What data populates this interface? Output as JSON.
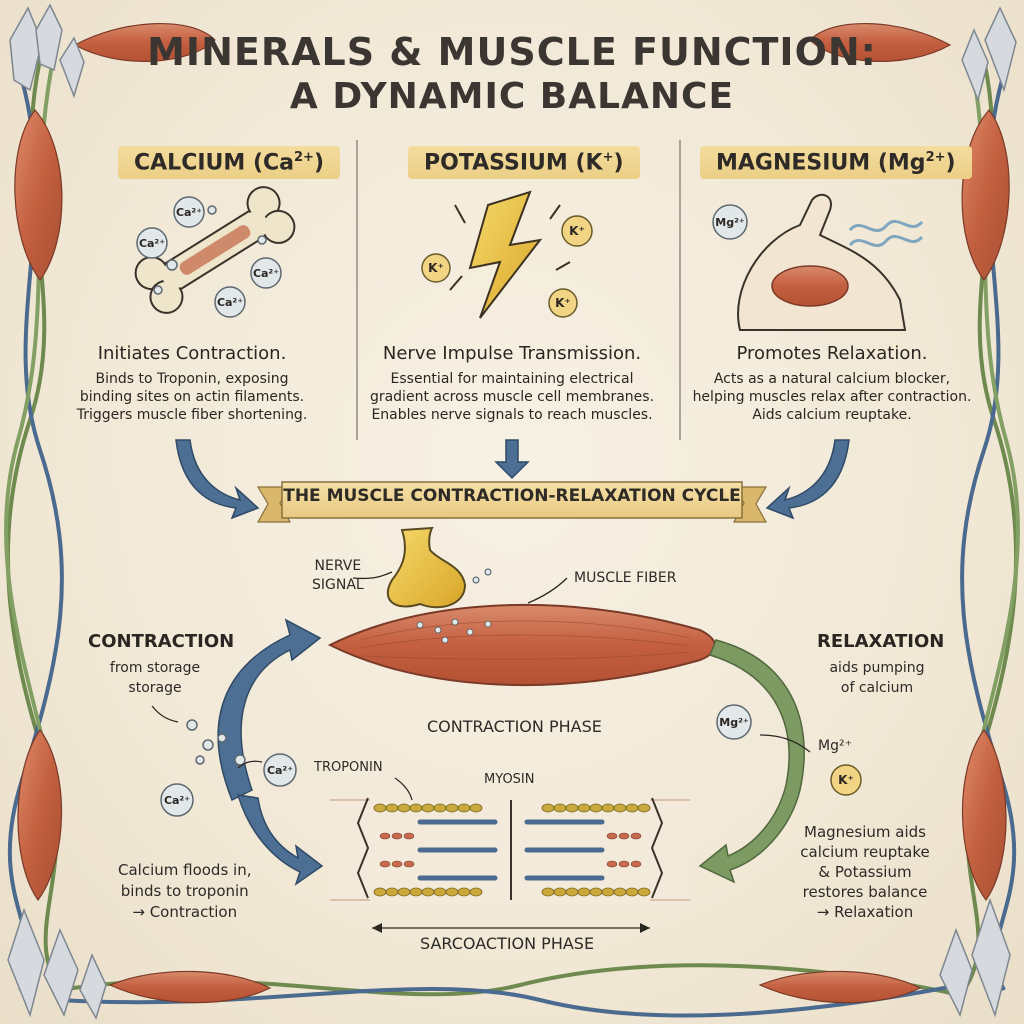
{
  "title": {
    "line1": "MINERALS & MUSCLE FUNCTION:",
    "line2": "A DYNAMIC BALANCE"
  },
  "columns": [
    {
      "heading": "CALCIUM (Ca",
      "heading_sup": "2+",
      "heading_end": ")",
      "subtitle": "Initiates Contraction.",
      "desc": [
        "Binds to Troponin, exposing",
        "binding sites on actin filaments.",
        "Triggers muscle fiber shortening."
      ],
      "ions": [
        "Ca²⁺",
        "Ca²⁺",
        "Ca²⁺",
        "Ca²⁺"
      ],
      "icon": "bone-icon"
    },
    {
      "heading": "POTASSIUM (K",
      "heading_sup": "+",
      "heading_end": ")",
      "subtitle": "Nerve Impulse Transmission.",
      "desc": [
        "Essential for maintaining electrical",
        "gradient across muscle cell membranes.",
        "Enables nerve signals to reach muscles."
      ],
      "ions": [
        "K⁺",
        "K⁺",
        "K⁺"
      ],
      "icon": "lightning-bolt-icon"
    },
    {
      "heading": "MAGNESIUM (Mg",
      "heading_sup": "2+",
      "heading_end": ")",
      "subtitle": "Promotes Relaxation.",
      "desc": [
        "Acts as a natural calcium blocker,",
        "helping muscles relax after contraction.",
        "Aids calcium reuptake."
      ],
      "ions": [
        "Mg²⁺"
      ],
      "icon": "flexed-arm-icon"
    }
  ],
  "banner": "THE MUSCLE CONTRACTION-RELAXATION CYCLE",
  "cycle": {
    "nerve_signal": [
      "NERVE",
      "SIGNAL"
    ],
    "muscle_fiber": "MUSCLE FIBER",
    "contraction_phase": "CONTRACTION PHASE",
    "contraction": {
      "heading": "CONTRACTION",
      "lines": [
        "from  storage",
        "storage"
      ],
      "ions": [
        "Ca²⁺",
        "Ca²⁺"
      ],
      "caption": [
        "Calcium floods in,",
        "binds to troponin",
        "→ Contraction"
      ]
    },
    "relaxation": {
      "heading": "RELAXATION",
      "lines": [
        "aids pumping",
        "of calcium"
      ],
      "ions": [
        "Mg²⁺",
        "K⁺"
      ],
      "mg_label": "Mg²⁺",
      "caption": [
        "Magnesium aids",
        "calcium reuptake",
        "& Potassium",
        "restores balance",
        "→ Relaxation"
      ]
    },
    "troponin": "TROPONIN",
    "myosin": "MYOSIN",
    "sarcomere_phase": "SARCOACTION PHASE"
  },
  "colors": {
    "muscle": "#c86a4e",
    "banner": "#f0d69a",
    "arrow_blue": "#4e6f94",
    "arrow_green": "#7d9a62",
    "vine_green": "#6f8a4e",
    "vine_blue": "#4b6a8f"
  }
}
